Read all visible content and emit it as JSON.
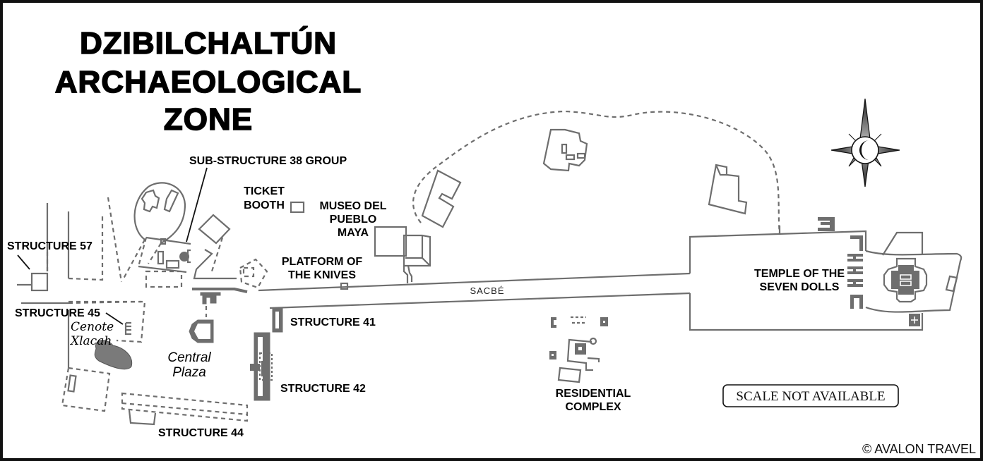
{
  "map": {
    "title_lines": [
      "DZIBILCHALTÚN",
      "ARCHAEOLOGICAL",
      "ZONE"
    ],
    "scale_note": "SCALE NOT AVAILABLE",
    "credit": "© AVALON TRAVEL",
    "compass_icon": "compass-rose-with-crescent-moon",
    "colors": {
      "structure_gray": "#6e6e6e",
      "text": "#000000",
      "frame": "#111111",
      "cenote_fill": "#7a7a7a"
    },
    "labels": {
      "sub_structure_38": "SUB-STRUCTURE 38 GROUP",
      "ticket_booth": [
        "TICKET",
        "BOOTH"
      ],
      "museo": [
        "MUSEO DEL",
        "PUEBLO",
        "MAYA"
      ],
      "structure_57": "STRUCTURE 57",
      "platform_knives": [
        "PLATFORM OF",
        "THE KNIVES"
      ],
      "sacbe": "SACBÉ",
      "temple": [
        "TEMPLE OF THE",
        "SEVEN DOLLS"
      ],
      "structure_45": "STRUCTURE 45",
      "cenote": [
        "Cenote",
        "Xlacah"
      ],
      "central_plaza": [
        "Central",
        "Plaza"
      ],
      "structure_41": "STRUCTURE 41",
      "structure_42": "STRUCTURE 42",
      "structure_44": "STRUCTURE 44",
      "residential": [
        "RESIDENTIAL",
        "COMPLEX"
      ]
    }
  }
}
